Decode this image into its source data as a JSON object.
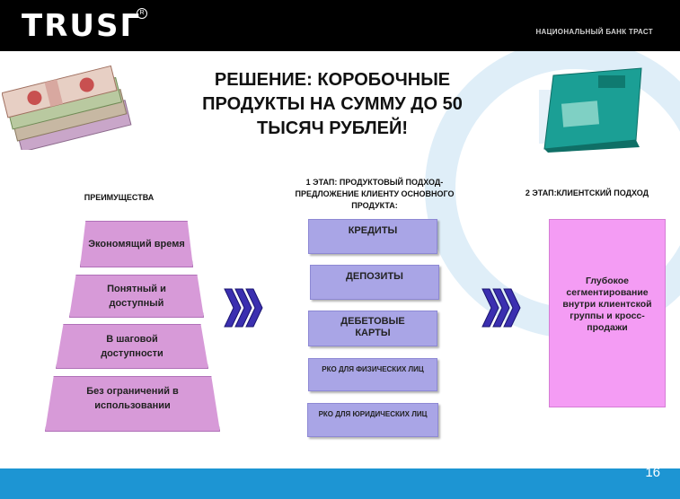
{
  "header": {
    "logo_text": "TRUSГ",
    "bank_name": "НАЦИОНАЛЬНЫЙ БАНК ТРАСТ"
  },
  "title": "РЕШЕНИЕ: КОРОБОЧНЫЕ ПРОДУКТЫ НА СУММУ ДО 50 ТЫСЯЧ РУБЛЕЙ!",
  "advantages": {
    "heading": "ПРЕИМУЩЕСТВА",
    "items": [
      "Экономящий время",
      "Понятный и доступный",
      "В шаговой доступности",
      "Без ограничений в использовании"
    ]
  },
  "stage1": {
    "heading": "1 ЭТАП: ПРОДУКТОВЫЙ ПОДХОД- ПРЕДЛОЖЕНИЕ КЛИЕНТУ ОСНОВНОГО ПРОДУКТА:",
    "products": [
      "КРЕДИТЫ",
      "ДЕПОЗИТЫ",
      "ДЕБЕТОВЫЕ КАРТЫ",
      "РКО ДЛЯ ФИЗИЧЕСКИХ ЛИЦ",
      "РКО ДЛЯ ЮРИДИЧЕСКИХ ЛИЦ"
    ]
  },
  "stage2": {
    "heading": "2 ЭТАП:КЛИЕНТСКИЙ ПОДХОД",
    "text": "Глубокое сегментирование внутри клиентской группы и кросс-продажи"
  },
  "page_number": "16",
  "colors": {
    "header": "#000000",
    "footer": "#1d95d3",
    "pyramid": "#d79ad8",
    "product": "#a9a5e6",
    "client": "#f49cf4",
    "chevron": "#3b2fb0"
  }
}
